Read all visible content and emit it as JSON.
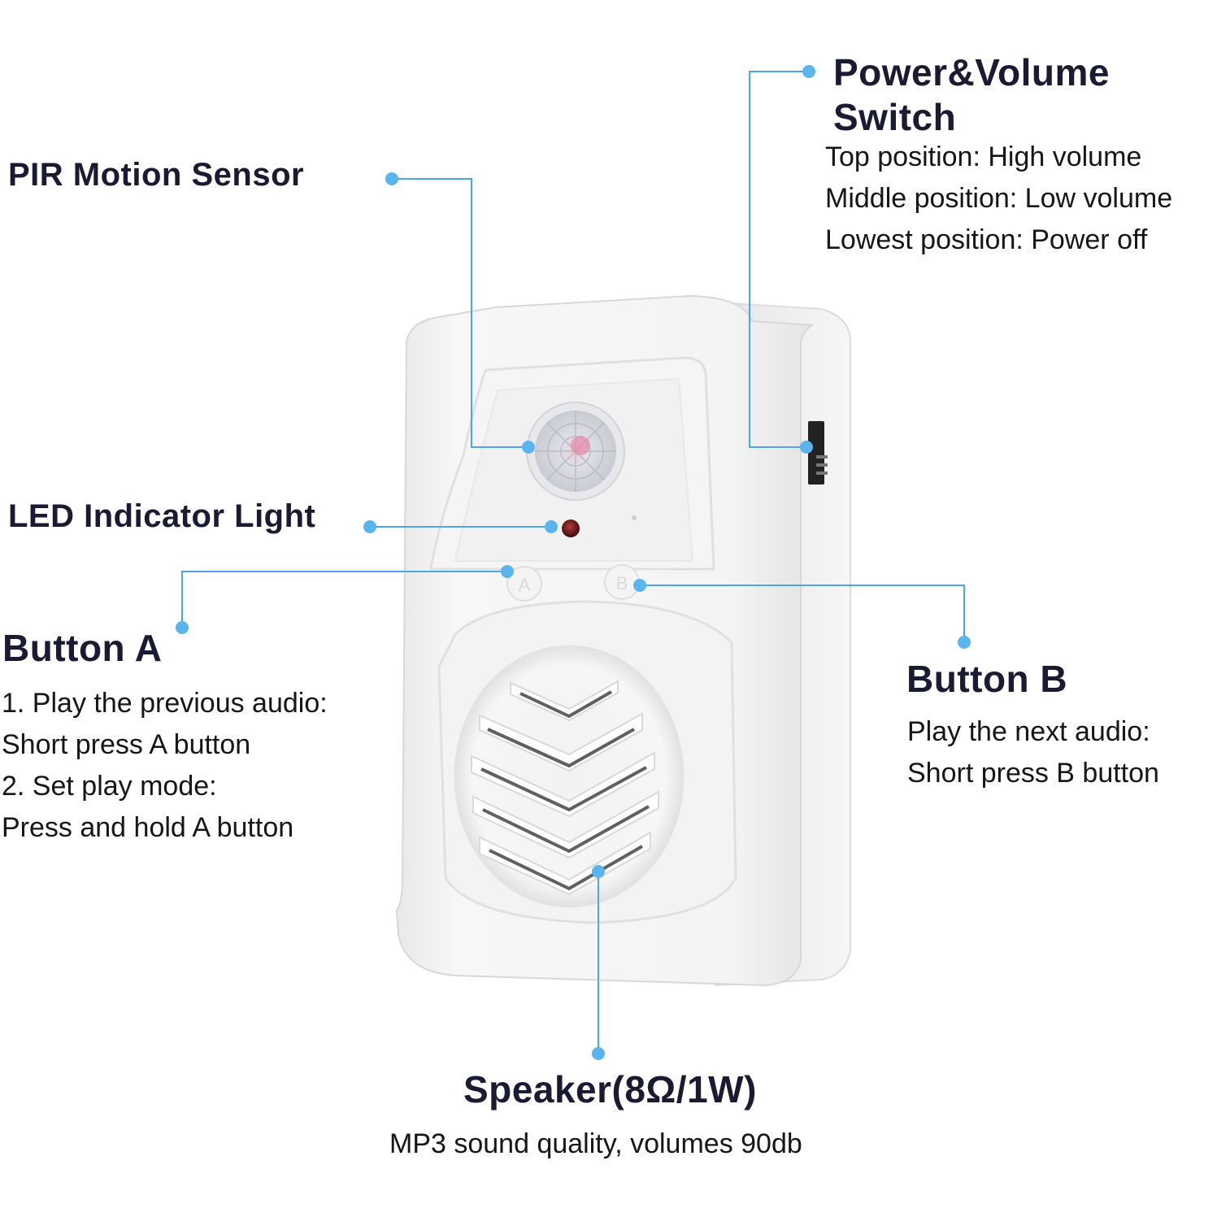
{
  "colors": {
    "callout_line": "#4aa8e8",
    "callout_dot": "#5ab4ee",
    "heading_text": "#1a1a33",
    "body_text": "#161616",
    "device_body": "#f3f3f3"
  },
  "labels": {
    "pir": {
      "title": "PIR Motion Sensor"
    },
    "power": {
      "title_line1": "Power&Volume",
      "title_line2": "Switch",
      "lines": [
        "Top position: High volume",
        "Middle position: Low volume",
        "Lowest position: Power off"
      ]
    },
    "led": {
      "title": "LED Indicator Light"
    },
    "button_a": {
      "title": "Button A",
      "lines": [
        "1. Play the previous audio:",
        "Short press A button",
        "2. Set play mode:",
        "Press and hold A button"
      ]
    },
    "button_b": {
      "title": "Button B",
      "lines": [
        "Play the next audio:",
        "Short press B button"
      ]
    },
    "speaker": {
      "title": "Speaker(8Ω/1W)",
      "subtitle": "MP3 sound quality, volumes 90db"
    }
  },
  "device": {
    "button_a_letter": "A",
    "button_b_letter": "B"
  }
}
